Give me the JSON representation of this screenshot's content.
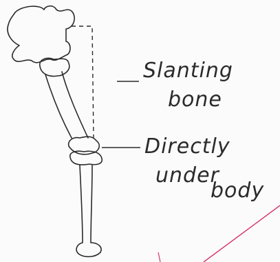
{
  "labels": {
    "slanting_line1": "Slanting",
    "slanting_line2": "bone",
    "directly_line1": "Directly",
    "directly_line2": "under",
    "directly_line3": "body"
  },
  "colors": {
    "ink": "#2b2b2b",
    "margin_line": "#d6336c",
    "paper": "#fbfbfb"
  }
}
